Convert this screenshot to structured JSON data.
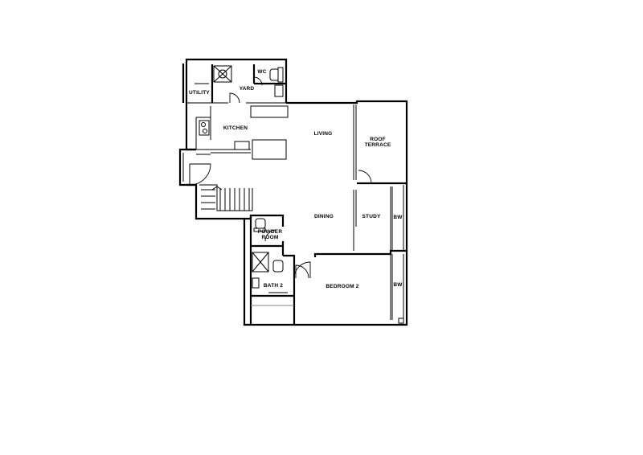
{
  "rooms": {
    "utility": "UTILITY",
    "yard": "YARD",
    "wc": "WC",
    "kitchen": "KITCHEN",
    "living": "LIVING",
    "roof_terrace_line1": "ROOF",
    "roof_terrace_line2": "TERRACE",
    "dining": "DINING",
    "study": "STUDY",
    "bw_top": "BW",
    "powder_room_line1": "POWDER",
    "powder_room_line2": "ROOM",
    "bath2": "BATH 2",
    "bedroom2": "BEDROOM 2",
    "bw_bottom": "BW"
  }
}
